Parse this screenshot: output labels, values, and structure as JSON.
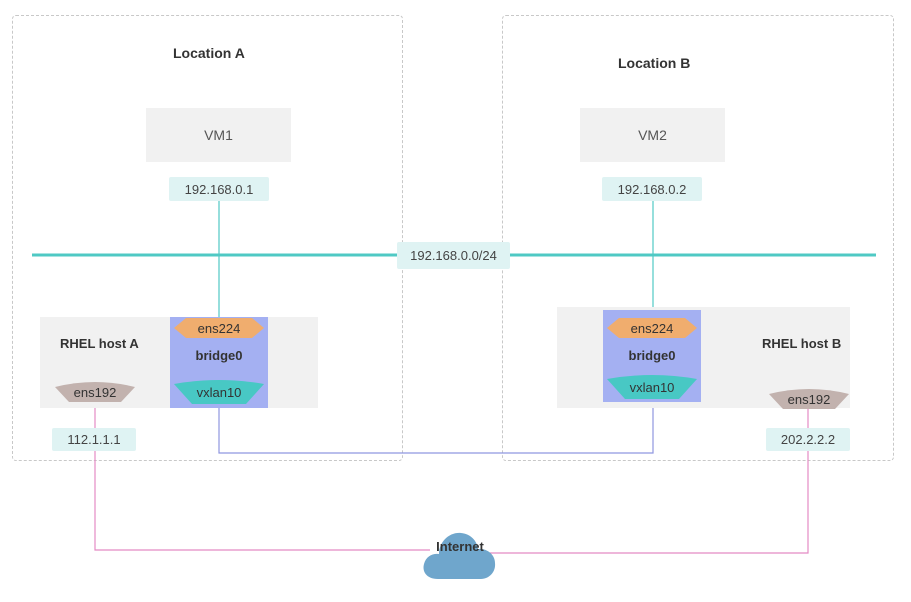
{
  "locations": {
    "a": {
      "title": "Location A"
    },
    "b": {
      "title": "Location B"
    }
  },
  "vms": {
    "vm1": {
      "label": "VM1",
      "ip": "192.168.0.1"
    },
    "vm2": {
      "label": "VM2",
      "ip": "192.168.0.2"
    }
  },
  "network": {
    "subnet": "192.168.0.0/24"
  },
  "hosts": {
    "a": {
      "title": "RHEL host A",
      "nic": "ens192",
      "ip": "112.1.1.1"
    },
    "b": {
      "title": "RHEL host B",
      "nic": "ens192",
      "ip": "202.2.2.2"
    }
  },
  "bridges": {
    "a": {
      "label": "bridge0",
      "top_iface": "ens224",
      "bottom_iface": "vxlan10"
    },
    "b": {
      "label": "bridge0",
      "top_iface": "ens224",
      "bottom_iface": "vxlan10"
    }
  },
  "internet": {
    "label": "Internet"
  },
  "colors": {
    "subnet_line": "#4fc9c4",
    "vxlan_link": "#8f96e0",
    "internet_link": "#e48bc4",
    "bridge_fill": "#a4b0f2",
    "ens224_fill": "#f0ad6e",
    "vxlan_fill": "#48c8c4",
    "nic_fill": "#c2b2ae",
    "cloud_fill": "#6fa6cc"
  },
  "icons": {
    "internet": "cloud-icon"
  }
}
